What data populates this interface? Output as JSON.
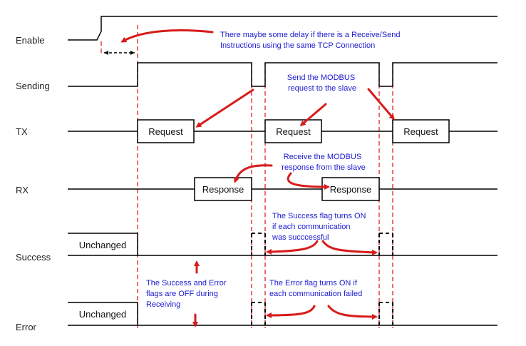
{
  "signals": {
    "enable": "Enable",
    "sending": "Sending",
    "tx": "TX",
    "rx": "RX",
    "success": "Success",
    "error": "Error"
  },
  "boxes": {
    "request_1": "Request",
    "request_2": "Request",
    "request_3": "Request",
    "response_1": "Response",
    "response_2": "Response",
    "success_unchanged": "Unchanged",
    "error_unchanged": "Unchanged"
  },
  "notes": {
    "delay": [
      "There maybe some delay if there is a Receive/Send",
      "Instructions using the same TCP Connection"
    ],
    "send_request": [
      "Send the MODBUS",
      "request to the slave"
    ],
    "receive_response": [
      "Receive the MODBUS",
      "response from the slave"
    ],
    "success_flag": [
      "The Success flag turns ON",
      "if each communication",
      "was succcessful"
    ],
    "off_during": [
      "The Success and Error",
      "flags are OFF during",
      "Receiving"
    ],
    "error_flag": [
      "The Error flag turns ON if",
      "each communication failed"
    ]
  },
  "colors": {
    "note_text": "#1a1ad0",
    "arrow": "#d81b1b",
    "guide_line": "#e02020",
    "signal_line": "#000000"
  }
}
